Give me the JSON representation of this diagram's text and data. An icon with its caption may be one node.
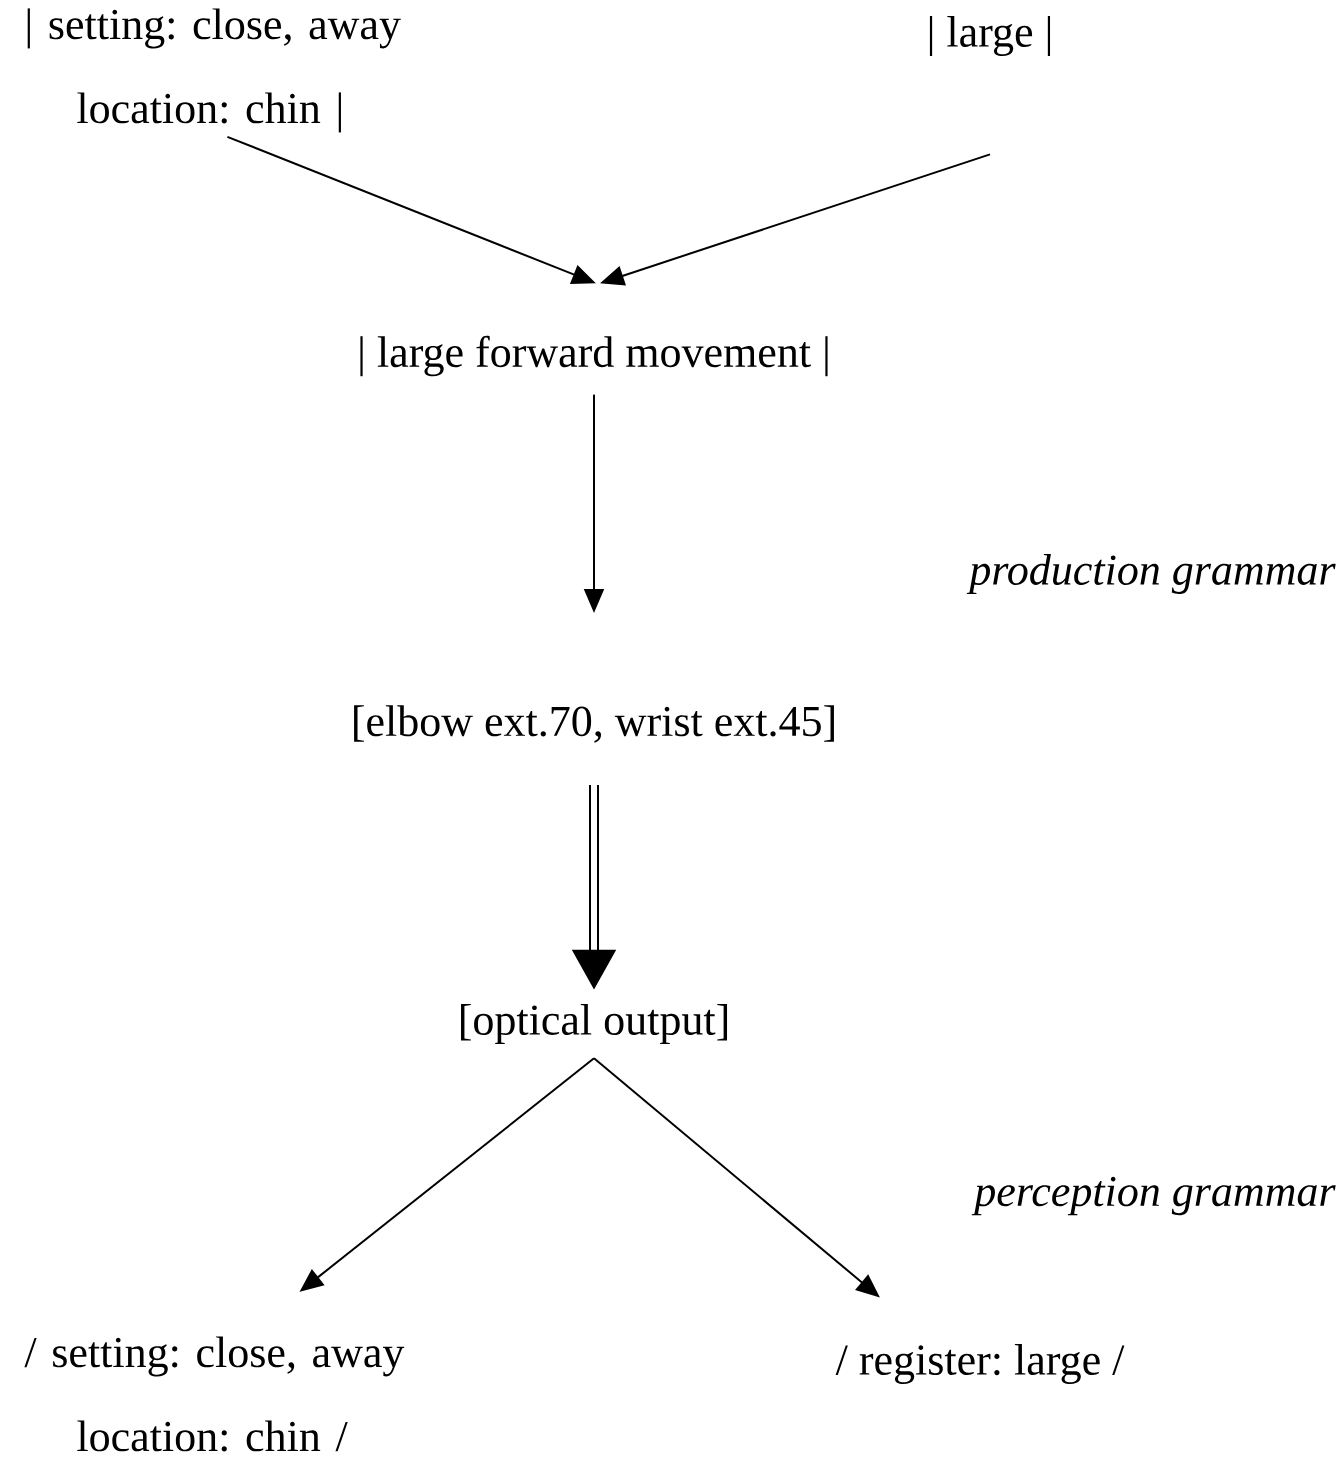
{
  "diagram": {
    "nodes": [
      {
        "text": [
          "| setting: close, away location: chin |"
        ]
      },
      {
        "text": [
          "| large |"
        ]
      },
      {
        "text": [
          "| large forward movement |"
        ]
      },
      {
        "text": [
          "[elbow ext.70, wrist ext.45]"
        ]
      },
      {
        "text": [
          "[optical output]"
        ]
      },
      {
        "text": [
          "/ setting: close, away location: chin /"
        ]
      },
      {
        "text": [
          "/ register: large /"
        ]
      }
    ],
    "edges": [
      {
        "from": 0,
        "to": 2,
        "arrow": "to"
      },
      {
        "from": 1,
        "to": 2,
        "arrow": "to"
      },
      {
        "from": 2,
        "to": 3,
        "arrow": "to"
      },
      {
        "from": 3,
        "to": 4,
        "arrow": "to",
        "style": "thick"
      },
      {
        "from": 4,
        "to": 5,
        "arrow": "to"
      },
      {
        "from": 4,
        "to": 6,
        "arrow": "to"
      }
    ],
    "labels": [
      "production grammar",
      "perception grammar"
    ]
  }
}
